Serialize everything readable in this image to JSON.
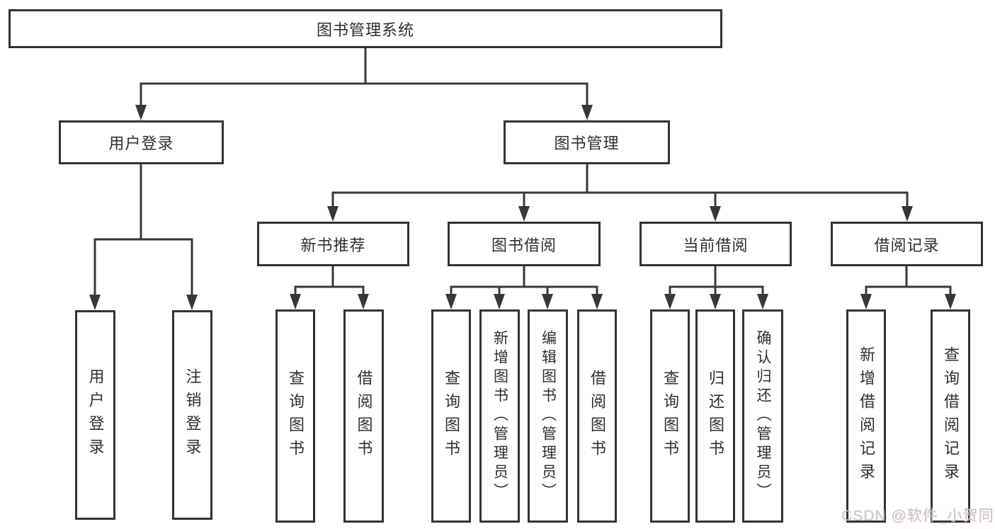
{
  "diagram_title": "图书管理系统",
  "colors": {
    "line": "#383838",
    "box_border": "#333333",
    "text": "#2f2f2f",
    "background": "#ffffff",
    "watermark": "#c6c6c6"
  },
  "watermark": {
    "text": "CSDN @软件_小贺同学"
  },
  "tree": {
    "root": {
      "label": "图书管理系统",
      "children": [
        {
          "label": "用户登录",
          "children": [
            {
              "label": "用户登录"
            },
            {
              "label": "注销登录"
            }
          ]
        },
        {
          "label": "图书管理",
          "children": [
            {
              "label": "新书推荐",
              "children": [
                {
                  "label": "查询图书"
                },
                {
                  "label": "借阅图书"
                }
              ]
            },
            {
              "label": "图书借阅",
              "children": [
                {
                  "label": "查询图书"
                },
                {
                  "label": "新增图书（管理员）"
                },
                {
                  "label": "编辑图书（管理员）"
                },
                {
                  "label": "借阅图书"
                }
              ]
            },
            {
              "label": "当前借阅",
              "children": [
                {
                  "label": "查询图书"
                },
                {
                  "label": "归还图书"
                },
                {
                  "label": "确认归还（管理员）"
                }
              ]
            },
            {
              "label": "借阅记录",
              "children": [
                {
                  "label": "新增借阅记录"
                },
                {
                  "label": "查询借阅记录"
                }
              ]
            }
          ]
        }
      ]
    }
  }
}
